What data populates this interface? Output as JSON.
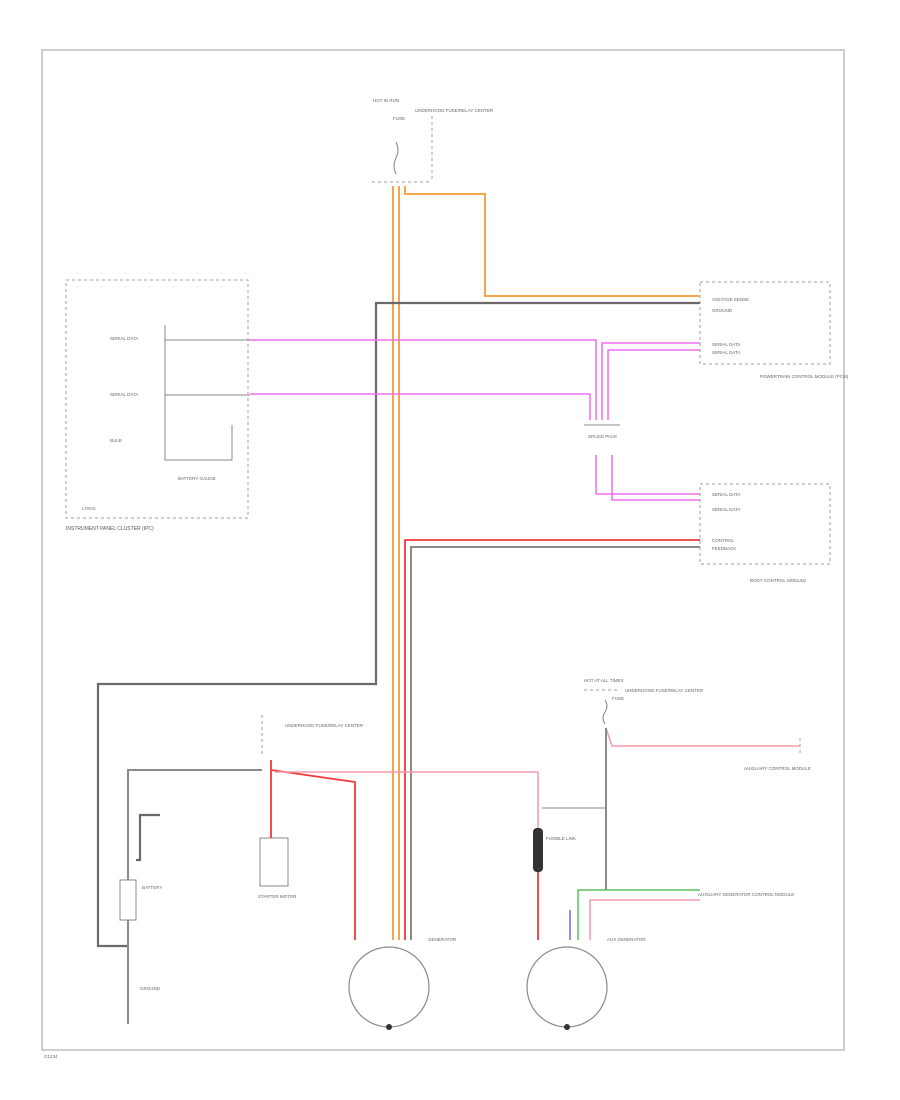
{
  "colors": {
    "orange_wire": "#f5a64b",
    "red_wire": "#ef3a3a",
    "pink_wire": "#f49bab",
    "magenta_wire": "#f06ef0",
    "gray_wire": "#8a8a8a",
    "green_wire": "#5cc05c",
    "blue_wire": "#6a6ae0",
    "fusible_link": "#333333"
  },
  "labels": {
    "hot_in_run": "HOT IN RUN",
    "fuse_top": "FUSE",
    "underhood_fuse_top": "UNDERHOOD FUSE/RELAY CENTER",
    "ipc": "INSTRUMENT PANEL CLUSTER (IPC)",
    "ipc_serial_data_1": "SERIAL DATA",
    "ipc_serial_data_2": "SERIAL DATA",
    "ipc_bulb": "BULB",
    "ipc_battery_gauge": "BATTERY GAUGE",
    "ipc_logic": "LOGIC",
    "pcm": "POWERTRAIN CONTROL MODULE (PCM)",
    "pcm_voltage_sense": "VOLTAGE SENSE",
    "pcm_ground": "GROUND",
    "pcm_serial_data_a": "SERIAL DATA",
    "pcm_serial_data_b": "SERIAL DATA",
    "splice_pack": "SPLICE PACK",
    "bcm": "BODY CONTROL MODULE",
    "bcm_serial_data_a": "SERIAL DATA",
    "bcm_serial_data_b": "SERIAL DATA",
    "bcm_control": "CONTROL",
    "bcm_feedback": "FEEDBACK",
    "hot_at_all_times": "HOT AT ALL TIMES",
    "underhood_fuse_right": "UNDERHOOD FUSE/RELAY CENTER",
    "fuse_right": "FUSE",
    "aux_ctrl_module": "AUXILIARY CONTROL MODULE",
    "underhood_left": "UNDERHOOD FUSE/RELAY CENTER",
    "starter_motor": "STARTER MOTOR",
    "battery": "BATTERY",
    "ground_left": "GROUND",
    "generator": "GENERATOR",
    "aux_generator": "AUX GENERATOR",
    "fusible_link": "FUSIBLE LINK",
    "aux_gen_ctrl": "AUXILIARY GENERATOR CONTROL MODULE",
    "footer": "G1234"
  }
}
